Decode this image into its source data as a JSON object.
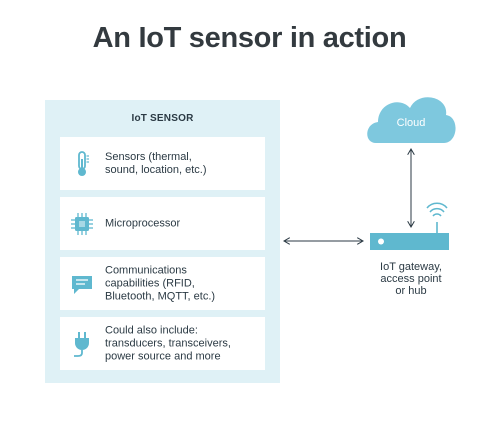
{
  "title": "An IoT sensor in action",
  "sensor_panel": {
    "title": "IoT SENSOR",
    "components": [
      {
        "label": "Sensors (thermal,\nsound, location, etc.)",
        "icon": "thermometer-icon"
      },
      {
        "label": "Microprocessor",
        "icon": "microchip-icon"
      },
      {
        "label": "Communications\ncapabilities (RFID,\nBluetooth, MQTT, etc.)",
        "icon": "chat-bubble-icon"
      },
      {
        "label": "Could also include:\ntransducers, transceivers,\npower source and more",
        "icon": "plug-icon"
      }
    ]
  },
  "cloud": {
    "label": "Cloud",
    "icon": "cloud-icon"
  },
  "gateway": {
    "label": "IoT gateway,\naccess point\nor hub",
    "icon": "router-icon"
  },
  "colors": {
    "panel_bg": "#dff1f6",
    "accent": "#5fb8cf",
    "cloud": "#7ec8de",
    "text": "#2b3a44"
  }
}
